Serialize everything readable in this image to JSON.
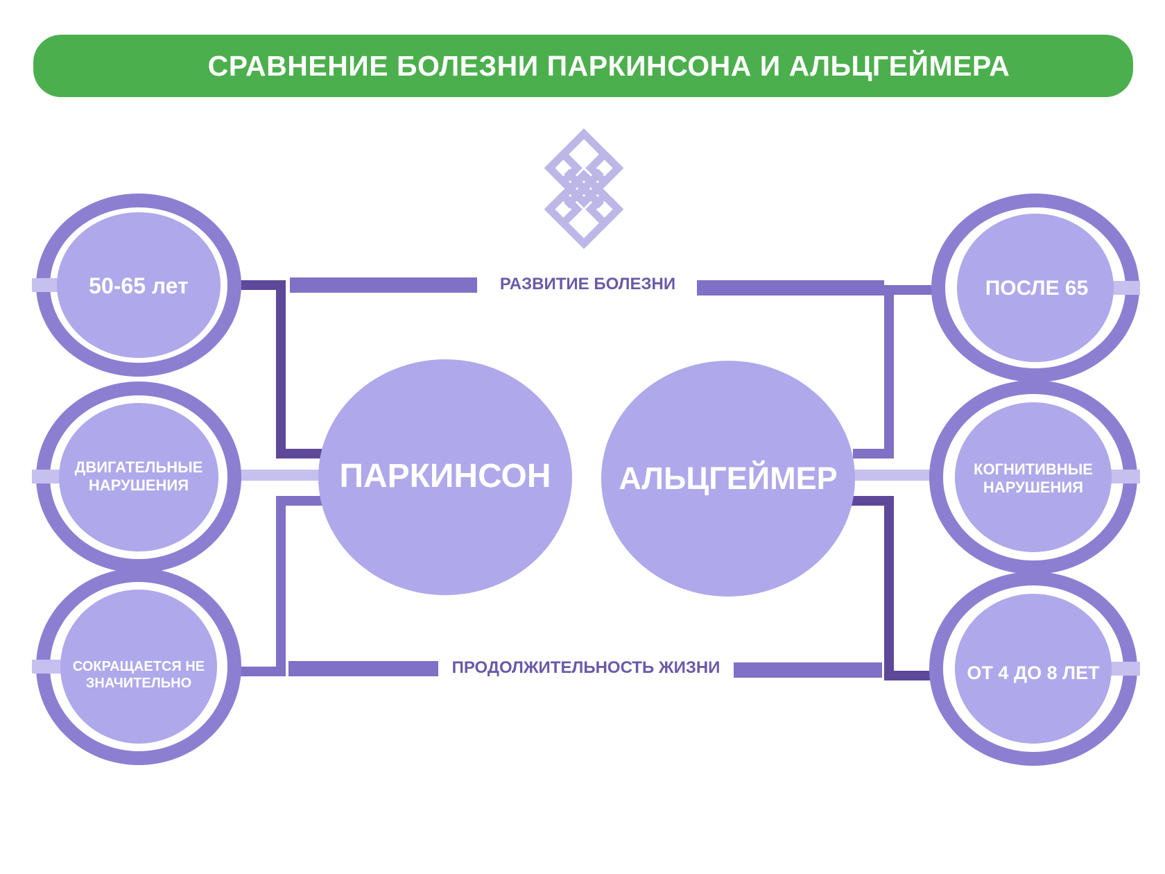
{
  "title": "СРАВНЕНИЕ БОЛЕЗНИ ПАРКИНСОНА И АЛЬЦГЕЙМЕРА",
  "colors": {
    "title_bg": "#4caf4d",
    "circle_fill": "#afa8ea",
    "ring": "#8c7fd2",
    "line_mid": "#8070c6",
    "line_dark": "#5e4899",
    "line_light": "#c6c0ef",
    "knot": "#bdb7e8",
    "connector_text": "#6a5aa8"
  },
  "center": {
    "parkinson": "ПАРКИНСОН",
    "alzheimer": "АЛЬЦГЕЙМЕР"
  },
  "connectors": {
    "onset": "РАЗВИТИЕ БОЛЕЗНИ",
    "lifespan": "ПРОДОЛЖИТЕЛЬНОСТЬ ЖИЗНИ"
  },
  "parkinson_nodes": {
    "onset": "50-65 лет",
    "symptoms_line1": "ДВИГАТЕЛЬНЫЕ",
    "symptoms_line2": "НАРУШЕНИЯ",
    "lifespan_line1": "СОКРАЩАЕТСЯ НЕ",
    "lifespan_line2": "ЗНАЧИТЕЛЬНО"
  },
  "alzheimer_nodes": {
    "onset": "ПОСЛЕ 65",
    "symptoms_line1": "КОГНИТИВНЫЕ",
    "symptoms_line2": "НАРУШЕНИЯ",
    "lifespan": "ОТ 4 ДО 8 ЛЕТ"
  },
  "icons": {
    "knot": "endless-knot-icon"
  }
}
